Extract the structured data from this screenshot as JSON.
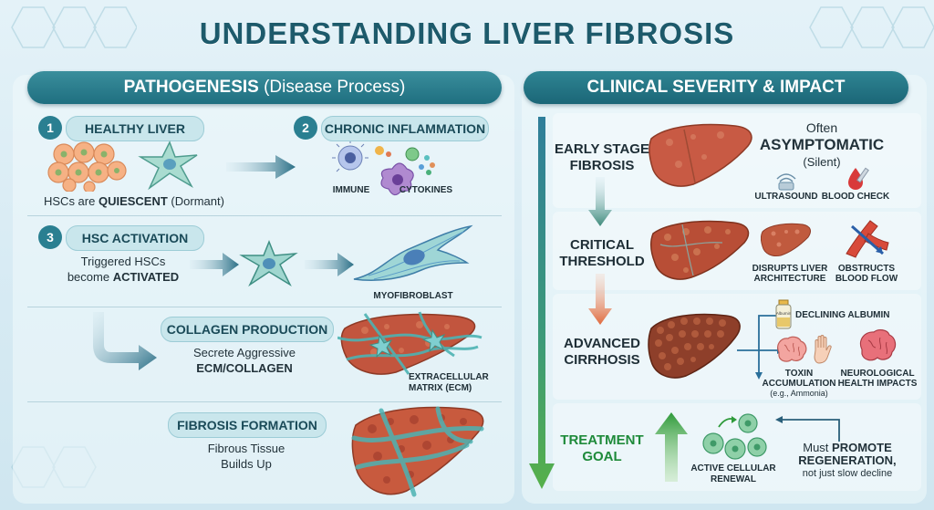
{
  "title": "UNDERSTANDING LIVER FIBROSIS",
  "left_section": {
    "banner_bold": "PATHOGENESIS",
    "banner_normal": " (Disease Process)",
    "steps": {
      "healthy": {
        "number": "1",
        "label": "HEALTHY LIVER",
        "desc_prefix": "HSCs are ",
        "desc_bold": "QUIESCENT",
        "desc_suffix": " (Dormant)"
      },
      "inflammation": {
        "number": "2",
        "label": "CHRONIC INFLAMMATION",
        "caption_immune": "IMMUNE",
        "caption_cytokines": "CYTOKINES"
      },
      "activation": {
        "number": "3",
        "label": "HSC ACTIVATION",
        "desc_line1": "Triggered HSCs",
        "desc_line2_prefix": "become ",
        "desc_line2_bold": "ACTIVATED",
        "caption_myofibroblast": "MYOFIBROBLAST"
      },
      "collagen": {
        "label": "COLLAGEN PRODUCTION",
        "desc_line1": "Secrete Aggressive",
        "desc_line2": "ECM/COLLAGEN",
        "caption_ecm_line1": "EXTRACELLULAR",
        "caption_ecm_line2": "MATRIX (ECM)"
      },
      "fibrosis": {
        "label": "FIBROSIS FORMATION",
        "desc_line1": "Fibrous Tissue",
        "desc_line2": "Builds Up"
      }
    }
  },
  "right_section": {
    "banner": "CLINICAL SEVERITY & IMPACT",
    "stages": {
      "early": {
        "label_line1": "EARLY STAGE",
        "label_line2": "FIBROSIS",
        "often": "Often",
        "asymptomatic": "ASYMPTOMATIC",
        "silent": "(Silent)",
        "caption_ultrasound": "ULTRASOUND",
        "caption_blood": "BLOOD CHECK"
      },
      "critical": {
        "label_line1": "CRITICAL",
        "label_line2": "THRESHOLD",
        "caption_disrupts_1": "DISRUPTS LIVER",
        "caption_disrupts_2": "ARCHITECTURE",
        "caption_obstructs_1": "OBSTRUCTS",
        "caption_obstructs_2": "BLOOD FLOW"
      },
      "advanced": {
        "label_line1": "ADVANCED",
        "label_line2": "CIRRHOSIS",
        "caption_albumin": "DECLINING ALBUMIN",
        "caption_toxin_1": "TOXIN",
        "caption_toxin_2": "ACCUMULATION",
        "caption_toxin_3": "(e.g., Ammonia)",
        "caption_neuro_1": "NEUROLOGICAL",
        "caption_neuro_2": "HEALTH IMPACTS",
        "albumin_bottle_label": "Albumin"
      },
      "treatment": {
        "label_line1": "TREATMENT",
        "label_line2": "GOAL",
        "caption_renewal_1": "ACTIVE CELLULAR",
        "caption_renewal_2": "RENEWAL",
        "must_prefix": "Must ",
        "must_bold_1": "PROMOTE",
        "must_bold_2": "REGENERATION,",
        "must_suffix": "not just slow decline"
      }
    }
  },
  "colors": {
    "banner": "#1f6f80",
    "step_pill": "#c9e6ec",
    "liver_healthy": "#c2553e",
    "liver_cirrhotic": "#8e3f2a",
    "fibrous": "#4db3b3",
    "progression_arrow": "#3e8a7a",
    "danger_arrow": "#e06a3e",
    "treatment_green": "#1e8a3a"
  }
}
